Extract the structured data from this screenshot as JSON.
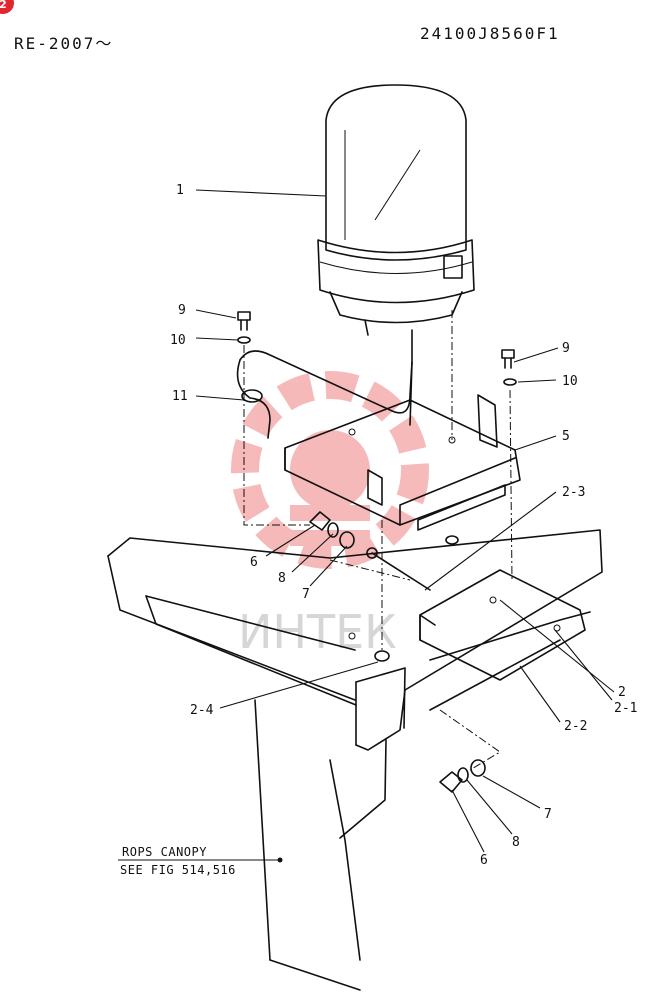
{
  "header": {
    "model_range": "RE-2007～",
    "part_number": "24100J8560F1",
    "badge": "2"
  },
  "watermark": {
    "text": "ИНТЕК",
    "color": "#e63a3a"
  },
  "callouts": [
    {
      "id": "c1",
      "label": "1"
    },
    {
      "id": "c9a",
      "label": "9"
    },
    {
      "id": "c10a",
      "label": "10"
    },
    {
      "id": "c11",
      "label": "11"
    },
    {
      "id": "c9b",
      "label": "9"
    },
    {
      "id": "c10b",
      "label": "10"
    },
    {
      "id": "c5",
      "label": "5"
    },
    {
      "id": "c23",
      "label": "2-3"
    },
    {
      "id": "c6a",
      "label": "6"
    },
    {
      "id": "c8a",
      "label": "8"
    },
    {
      "id": "c7a",
      "label": "7"
    },
    {
      "id": "c2",
      "label": "2"
    },
    {
      "id": "c21",
      "label": "2-1"
    },
    {
      "id": "c24",
      "label": "2-4"
    },
    {
      "id": "c22",
      "label": "2-2"
    },
    {
      "id": "c7b",
      "label": "7"
    },
    {
      "id": "c8b",
      "label": "8"
    },
    {
      "id": "c6b",
      "label": "6"
    }
  ],
  "note": {
    "line1": "ROPS CANOPY",
    "line2": "SEE FIG 514,516"
  }
}
